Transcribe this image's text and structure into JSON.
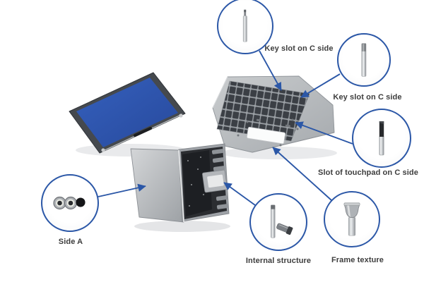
{
  "diagram": {
    "type": "laptop-machining-callout-diagram",
    "background": "#ffffff",
    "colors": {
      "accent": "#2b57a7",
      "label": "#3d3d3d",
      "screen_blue": "#2d56a8",
      "chassis_silver": "#b5b8bc",
      "keys_dark": "#3b3f45"
    }
  },
  "callouts": [
    {
      "label": "Key slot on C side",
      "icon": "straight-milling-cutter-icon"
    },
    {
      "label": "Key slot on C side",
      "icon": "metal-rod-cutter-icon"
    },
    {
      "label": "Slot of touchpad on C side",
      "icon": "dark-tip-cutter-icon"
    },
    {
      "label": "Frame texture",
      "icon": "profile-router-bit-icon"
    },
    {
      "label": "Internal structure",
      "icon": "end-mill-pair-icon"
    },
    {
      "label": "Side A",
      "icon": "lens-rings-icon"
    }
  ],
  "devices": [
    {
      "name": "display-assembly-blue-screen"
    },
    {
      "name": "keyboard-deck-c-side"
    },
    {
      "name": "opened-laptop-internal-structure"
    }
  ]
}
